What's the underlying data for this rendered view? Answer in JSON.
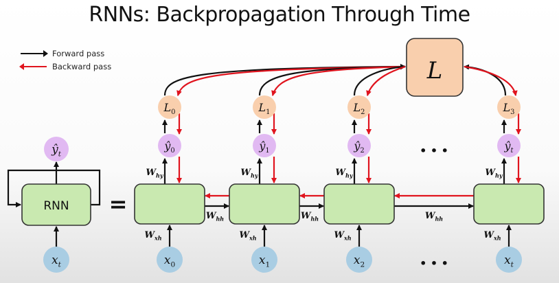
{
  "title": "RNNs: Backpropagation Through Time",
  "legend": {
    "forward": "Forward pass",
    "backward": "Backward pass"
  },
  "colors": {
    "forward_arrow": "#111111",
    "backward_arrow": "#e0141e",
    "cell_fill": "#c9e9b0",
    "output_fill": "#e1b9f2",
    "input_fill": "#a9cde3",
    "loss_fill": "#f9cfad"
  },
  "folded": {
    "cell_label": "RNN",
    "output": "ŷ",
    "output_sub": "t",
    "input": "x",
    "input_sub": "t",
    "equals": "="
  },
  "unrolled": {
    "steps": [
      {
        "loss": "L",
        "loss_sub": "0",
        "output": "ŷ",
        "output_sub": "0",
        "input": "x",
        "input_sub": "0"
      },
      {
        "loss": "L",
        "loss_sub": "1",
        "output": "ŷ",
        "output_sub": "1",
        "input": "x",
        "input_sub": "1"
      },
      {
        "loss": "L",
        "loss_sub": "2",
        "output": "ŷ",
        "output_sub": "2",
        "input": "x",
        "input_sub": "2"
      },
      {
        "loss": "L",
        "loss_sub": "3",
        "output": "ŷ",
        "output_sub": "t",
        "input": "x",
        "input_sub": "t"
      }
    ],
    "total_loss": "L",
    "weights": {
      "why": "W",
      "why_sub": "hy",
      "wxh": "W",
      "wxh_sub": "xh",
      "whh": "W",
      "whh_sub": "hh"
    },
    "ellipsis": "• • •"
  }
}
